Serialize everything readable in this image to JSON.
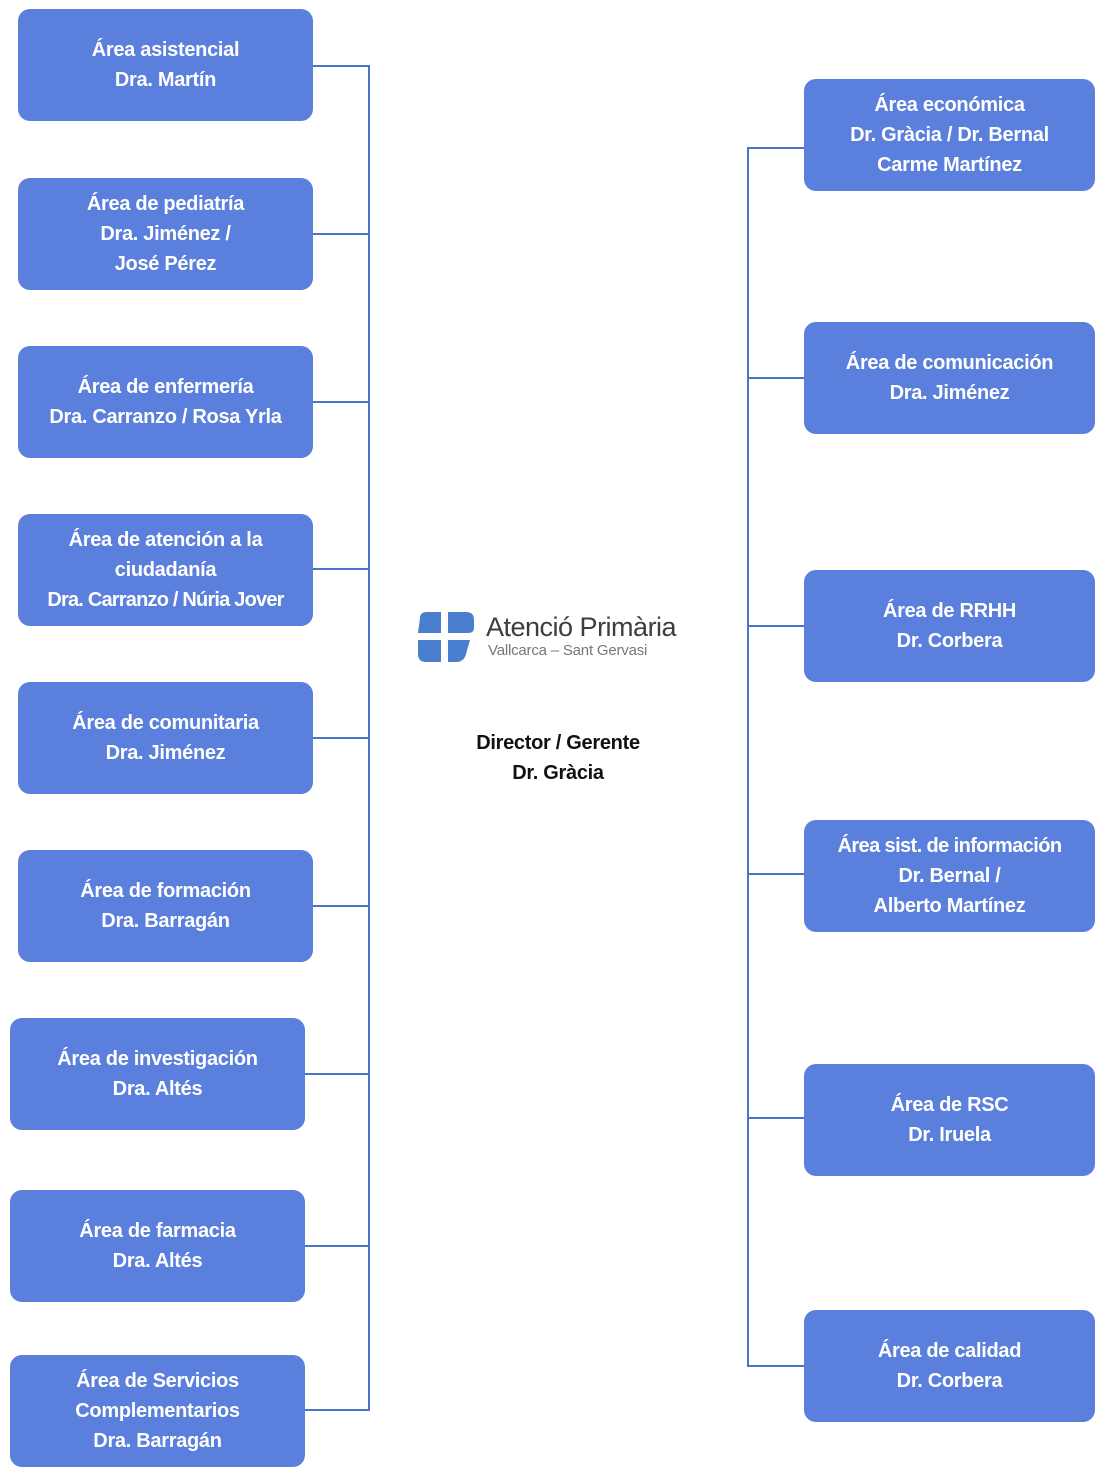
{
  "logo": {
    "title": "Atenció Primària",
    "subtitle": "Vallcarca – Sant Gervasi"
  },
  "director": {
    "role": "Director / Gerente",
    "name": "Dr. Gràcia"
  },
  "left_areas": [
    {
      "lines": [
        "Área asistencial",
        "Dra. Martín"
      ]
    },
    {
      "lines": [
        "Área de pediatría",
        "Dra. Jiménez /",
        "José Pérez"
      ]
    },
    {
      "lines": [
        "Área de enfermería",
        "Dra. Carranzo / Rosa Yrla"
      ]
    },
    {
      "lines": [
        "Área de atención a la",
        "ciudadanía",
        "Dra. Carranzo / Núria Jover"
      ]
    },
    {
      "lines": [
        "Área de comunitaria",
        "Dra. Jiménez"
      ]
    },
    {
      "lines": [
        "Área de formación",
        "Dra. Barragán"
      ]
    },
    {
      "lines": [
        "Área de investigación",
        "Dra. Altés"
      ]
    },
    {
      "lines": [
        "Área de farmacia",
        "Dra. Altés"
      ]
    },
    {
      "lines": [
        "Área de Servicios",
        "Complementarios",
        "Dra. Barragán"
      ]
    }
  ],
  "right_areas": [
    {
      "lines": [
        "Área económica",
        "Dr. Gràcia / Dr. Bernal",
        "Carme Martínez"
      ]
    },
    {
      "lines": [
        "Área de comunicación",
        "Dra. Jiménez"
      ]
    },
    {
      "lines": [
        "Área de RRHH",
        "Dr. Corbera"
      ]
    },
    {
      "lines": [
        "Área sist. de información",
        "Dr. Bernal /",
        "Alberto Martínez"
      ]
    },
    {
      "lines": [
        "Área de RSC",
        "Dr. Iruela"
      ]
    },
    {
      "lines": [
        "Área de calidad",
        "Dr. Corbera"
      ]
    }
  ],
  "colors": {
    "box": "#5b7fdc",
    "connector": "#4a74c9",
    "logo_blue": "#4a7fd0"
  },
  "icons": [
    "organization-logo-icon"
  ]
}
